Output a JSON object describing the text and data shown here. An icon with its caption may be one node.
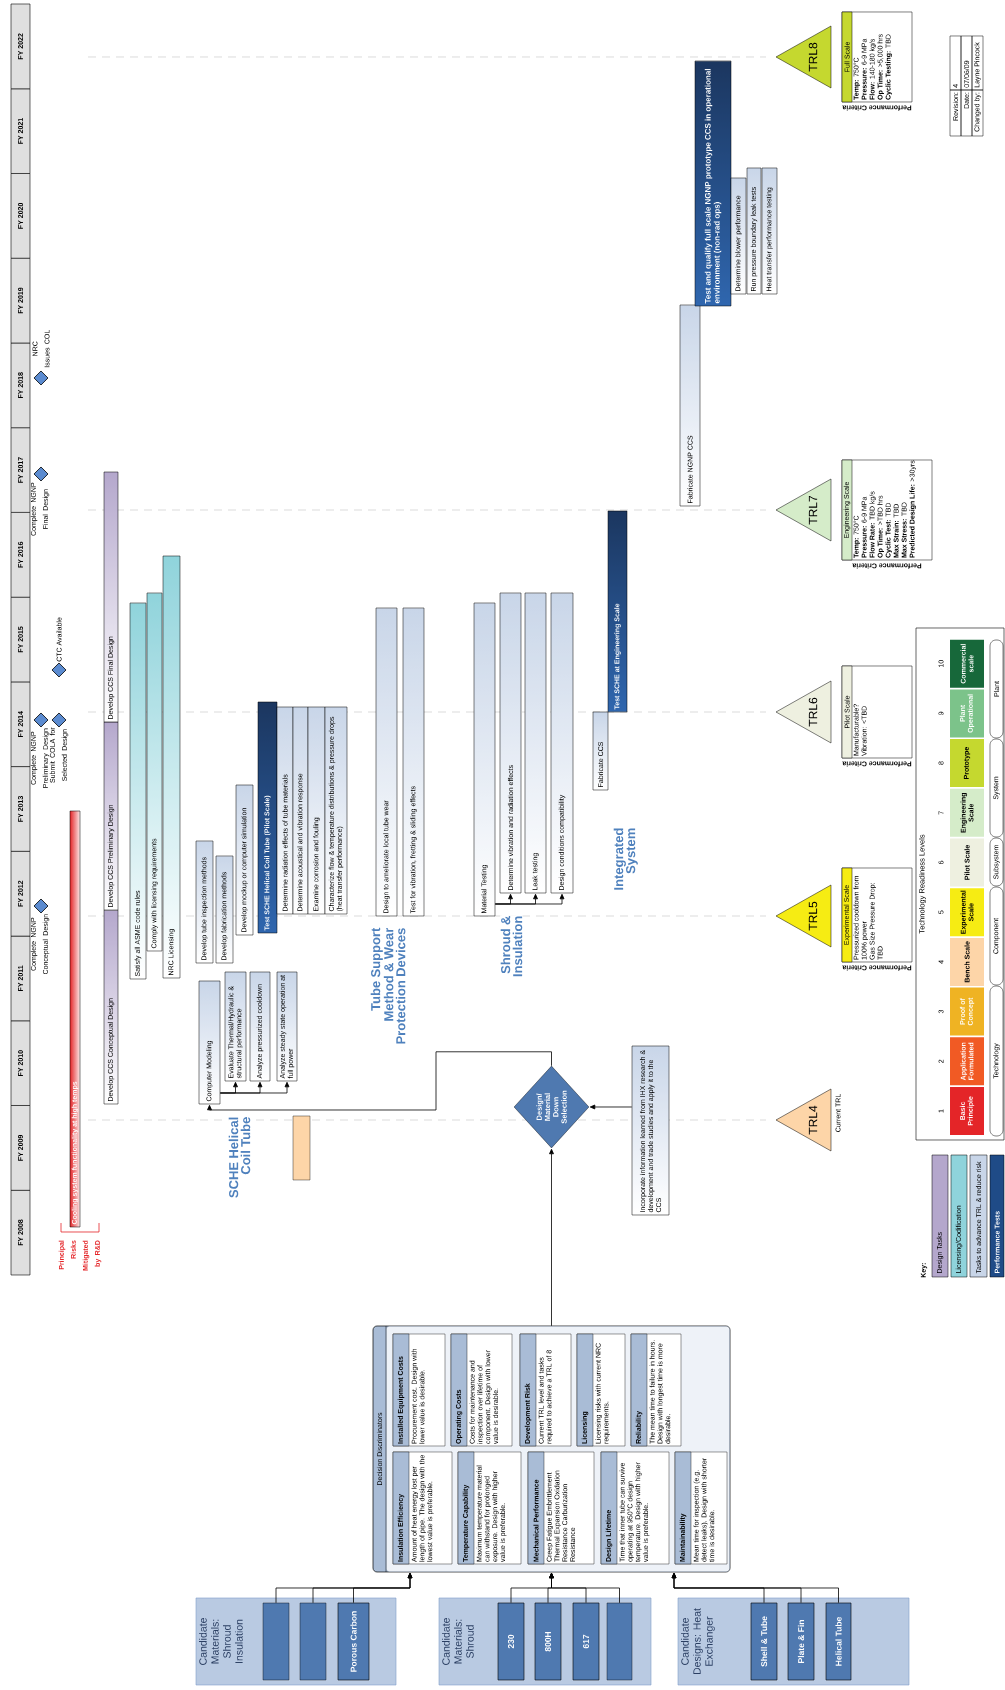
{
  "diagram": {
    "nodes": [
      {
        "text": [
          "Cooling system functionality at high temps"
        ]
      },
      {
        "text": [
          "Develop CCS Conceptual Design"
        ]
      },
      {
        "text": [
          "Develop CCS Preliminary Design"
        ]
      },
      {
        "text": [
          "Develop CCS Final Design"
        ]
      },
      {
        "text": [
          "Satisfy all ASME code rules"
        ]
      },
      {
        "text": [
          "Comply with licensing requirements"
        ]
      },
      {
        "text": [
          "NRC Licensing"
        ]
      },
      {
        "text": [
          "Computer Modeling"
        ]
      },
      {
        "text": [
          "Evaluate Thermal/Hydraulic & structural performance"
        ]
      },
      {
        "text": [
          "Analyze pressurized cooldown"
        ]
      },
      {
        "text": [
          "Analyze steady state operation at full power"
        ]
      },
      {
        "text": [
          "Develop tube inspection methods"
        ]
      },
      {
        "text": [
          "Develop fabrication methods"
        ]
      },
      {
        "text": [
          "Develop mockup or computer simulation"
        ]
      },
      {
        "text": [
          "Test SCHE Helical Coil Tube (Pilot Scale)"
        ]
      },
      {
        "text": [
          "Determine radiation effects of tube materials"
        ]
      },
      {
        "text": [
          "Determine acoustical and vibration response"
        ]
      },
      {
        "text": [
          "Examine corrosion and fouling"
        ]
      },
      {
        "text": [
          "Characterize flow & temperature distributions & pressure drops (heat transfer performance)"
        ]
      },
      {
        "text": [],
        "shape": "box"
      },
      {
        "text": [
          "Design to ameliorate local tube wear"
        ]
      },
      {
        "text": [
          "Test for vibration, fretting & sliding effects"
        ]
      },
      {
        "text": [
          "Material Testing"
        ]
      },
      {
        "text": [
          "Determine vibration and radiation effects"
        ]
      },
      {
        "text": [
          "Leak testing"
        ]
      },
      {
        "text": [
          "Design conditions compatibility"
        ]
      },
      {
        "text": [
          "Fabricate CCS"
        ]
      },
      {
        "text": [
          "Test SCHE at Engineering Scale"
        ]
      },
      {
        "text": [
          "Fabricate NGNP CCS"
        ]
      },
      {
        "text": [
          "Test and qualify full scale NGNP prototype CCS in operational environment (non-rad ops)"
        ]
      },
      {
        "text": [
          "Determine blower performance"
        ]
      },
      {
        "text": [
          "Run pressure boundary leak tests"
        ]
      },
      {
        "text": [
          "Heat transfer performance testing"
        ]
      },
      {
        "text": [
          "Design/ Material Down Selection"
        ]
      },
      {
        "text": [
          "Incorporate information learned from IHX research & development and trade studies and apply it to the CCS"
        ]
      },
      {
        "text": [
          "TRL4"
        ],
        "beside": [
          "Current TRL"
        ]
      },
      {
        "text": [
          "TRL5"
        ]
      },
      {
        "text": [
          "TRL6"
        ]
      },
      {
        "text": [
          "TRL7"
        ]
      },
      {
        "text": [
          "TRL8"
        ]
      },
      {
        "text": [
          "Experimental Scale",
          "Pressurized cooldown from 100% power",
          "Gas Size Pressure Drop: TBD"
        ],
        "beside": [
          "Performance Criteria"
        ]
      },
      {
        "text": [
          "Pilot Scale",
          "Manufacturable?",
          "Vibration: <TBD"
        ],
        "beside": [
          "Performance Criteria"
        ]
      },
      {
        "text": [
          "Engineering Scale",
          "**Temp:** 750°C",
          "**Pressure:** 6-9 MPa",
          "**Flow Rate:** TBD kg/s",
          "**Op Time:** >TBD hrs",
          "**Cyclic Test:** TBD",
          "**Max Strain:** TBD",
          "**Max Stress:** TBD",
          "**Predicted Design Life:** >30yrs"
        ],
        "beside": [
          "Performance Criteria"
        ]
      },
      {
        "text": [
          "Full Scale",
          "**Temp:** 750°C",
          "**Pressure:** 6-9 MPa",
          "**Flow:** 140-180 kg/s",
          "**Op Time:** >5,000 hrs",
          "**Cyclic Testing:** TBD"
        ],
        "beside": [
          "Performance Criteria"
        ]
      },
      {
        "text": [
          "Technology Readiness Levels"
        ]
      },
      {
        "text": [
          "Basic Principle"
        ],
        "beside": [
          "1"
        ],
        "in": 44
      },
      {
        "text": [
          "Application Formulated"
        ],
        "beside": [
          "2"
        ],
        "in": 44
      },
      {
        "text": [
          "Proof of Concept"
        ],
        "beside": [
          "3"
        ],
        "in": 44
      },
      {
        "text": [
          "Bench Scale"
        ],
        "beside": [
          "4"
        ],
        "in": 44
      },
      {
        "text": [
          "Experimental Scale"
        ],
        "beside": [
          "5"
        ],
        "in": 44
      },
      {
        "text": [
          "Pilot Scale"
        ],
        "beside": [
          "6"
        ],
        "in": 44
      },
      {
        "text": [
          "Engineering Scale"
        ],
        "beside": [
          "7"
        ],
        "in": 44
      },
      {
        "text": [
          "Prototype"
        ],
        "beside": [
          "8"
        ],
        "in": 44
      },
      {
        "text": [
          "Plant Operational"
        ],
        "beside": [
          "9"
        ],
        "in": 44
      },
      {
        "text": [
          "Commercial scale"
        ],
        "beside": [
          "10"
        ],
        "in": 44
      },
      {
        "text": [
          "Technology"
        ],
        "in": 44
      },
      {
        "text": [
          "Component"
        ],
        "in": 44
      },
      {
        "text": [
          "Subsystem"
        ],
        "in": 44
      },
      {
        "text": [
          "System"
        ],
        "in": 44
      },
      {
        "text": [
          "Plant"
        ],
        "in": 44
      },
      {
        "text": [
          "Decision Discriminators"
        ]
      },
      {
        "text": [
          "Installed Equipment Costs",
          "Procurement cost. Design with lower value is desirable."
        ],
        "in": 60
      },
      {
        "text": [
          "Operating Costs",
          "Costs for maintenance and inspection over lifetime of component. Design with lower value is desirable."
        ],
        "in": 60
      },
      {
        "text": [
          "Development Risk",
          "Current TRL level and tasks required to achieve a TRL of 8"
        ],
        "in": 60
      },
      {
        "text": [
          "Licensing",
          "Licensing risks with current NRC requirements."
        ],
        "in": 60
      },
      {
        "text": [
          "Reliability",
          "The mean time to failure in hours. Design with longest time is more desirable."
        ],
        "in": 60
      },
      {
        "text": [
          "Insulation Efficiency",
          "Amount of heat energy lost per length of pipe. The design with the lowest value is preferable."
        ],
        "in": 60
      },
      {
        "text": [
          "Temperature Capability",
          "Maximum temperature material can withstand for prolonged exposure. Design with higher value is preferable."
        ],
        "in": 60
      },
      {
        "text": [
          "Mechanical Performance",
          "Creep Fatigue Embrittlement Thermal Expansion Oxidation Resistance Carburization Resistance"
        ],
        "in": 60
      },
      {
        "text": [
          "Design Lifetime",
          "Time that inner tube can survive operating at 950°C design temperature. Design with higher value is preferable."
        ],
        "in": 60
      },
      {
        "text": [
          "Maintainability",
          "Mean time for inspection (e.g. detect leaks). Design with shorter time is desirable."
        ],
        "in": 60
      },
      {
        "text": [
          "Candidate Materials: Shroud Insulation"
        ]
      },
      {
        "text": [],
        "shape": "box",
        "in": 71
      },
      {
        "text": [],
        "shape": "box",
        "in": 71
      },
      {
        "text": [
          "Porous Carbon"
        ],
        "in": 71
      },
      {
        "text": [
          "Candidate Materials: Shroud"
        ]
      },
      {
        "text": [
          "230"
        ],
        "in": 75
      },
      {
        "text": [
          "800H"
        ],
        "in": 75
      },
      {
        "text": [
          "617"
        ],
        "in": 75
      },
      {
        "text": [],
        "shape": "box",
        "in": 75
      },
      {
        "text": [
          "Candidate Designs: Heat Exchanger"
        ]
      },
      {
        "text": [
          "Shell & Tube"
        ],
        "in": 80
      },
      {
        "text": [
          "Plate & Fin"
        ],
        "in": 80
      },
      {
        "text": [
          "Helical Tube"
        ],
        "in": 80
      }
    ],
    "edges": [
      {
        "from": 72,
        "to": 60,
        "arrow": "to"
      },
      {
        "from": 73,
        "to": 60,
        "arrow": "to"
      },
      {
        "from": 74,
        "to": 60,
        "arrow": "to"
      },
      {
        "from": 76,
        "to": 60,
        "arrow": "to"
      },
      {
        "from": 77,
        "to": 60,
        "arrow": "to"
      },
      {
        "from": 78,
        "to": 60,
        "arrow": "to"
      },
      {
        "from": 79,
        "to": 60,
        "arrow": "to"
      },
      {
        "from": 81,
        "to": 60,
        "arrow": "to"
      },
      {
        "from": 82,
        "to": 60,
        "arrow": "to"
      },
      {
        "from": 83,
        "to": 60,
        "arrow": "to"
      },
      {
        "from": 60,
        "to": 33,
        "arrow": "to"
      },
      {
        "from": 34,
        "to": 33,
        "arrow": "to"
      },
      {
        "from": 33,
        "to": 7,
        "arrow": "to"
      },
      {
        "from": 7,
        "to": 8,
        "arrow": "to"
      },
      {
        "from": 7,
        "to": 9,
        "arrow": "to"
      },
      {
        "from": 7,
        "to": 10,
        "arrow": "to"
      },
      {
        "from": 22,
        "to": 23,
        "arrow": "to"
      },
      {
        "from": 22,
        "to": 24,
        "arrow": "to"
      },
      {
        "from": 22,
        "to": 25,
        "arrow": "to"
      }
    ],
    "labels": [
      "FY 2008",
      "FY 2009",
      "FY 2010",
      "FY 2011",
      "FY 2012",
      "FY 2013",
      "FY 2014",
      "FY 2015",
      "FY 2016",
      "FY 2017",
      "FY 2018",
      "FY 2019",
      "FY 2020",
      "FY 2021",
      "FY 2022",
      "Principal Risks Mitigated by R&D",
      "Complete NGNP Conceptual Design",
      "Complete NGNP Preliminary Design",
      "Submit COLA for Selected Design",
      "CTC Available",
      "Complete NGNP Final Design",
      "NRC Issues COL",
      "SCHE Helical Coil Tube",
      "Tube Support Method & Wear Protection Devices",
      "Shroud & Insulation",
      "Integrated System",
      "Key:",
      "Revision:",
      "4",
      "Date:",
      "07/06/09",
      "Changed by:",
      "Layne Pincock"
    ],
    "legend": [
      {
        "text": "Design Tasks",
        "color": "#b4a7cc"
      },
      {
        "text": "Licensing/Codification",
        "color": "#8fd3db"
      },
      {
        "text": "Tasks to advance TRL & reduce risk",
        "color": "#c8d5e8"
      },
      {
        "text": "Performance Tests",
        "color": "#1f4b87"
      }
    ]
  }
}
